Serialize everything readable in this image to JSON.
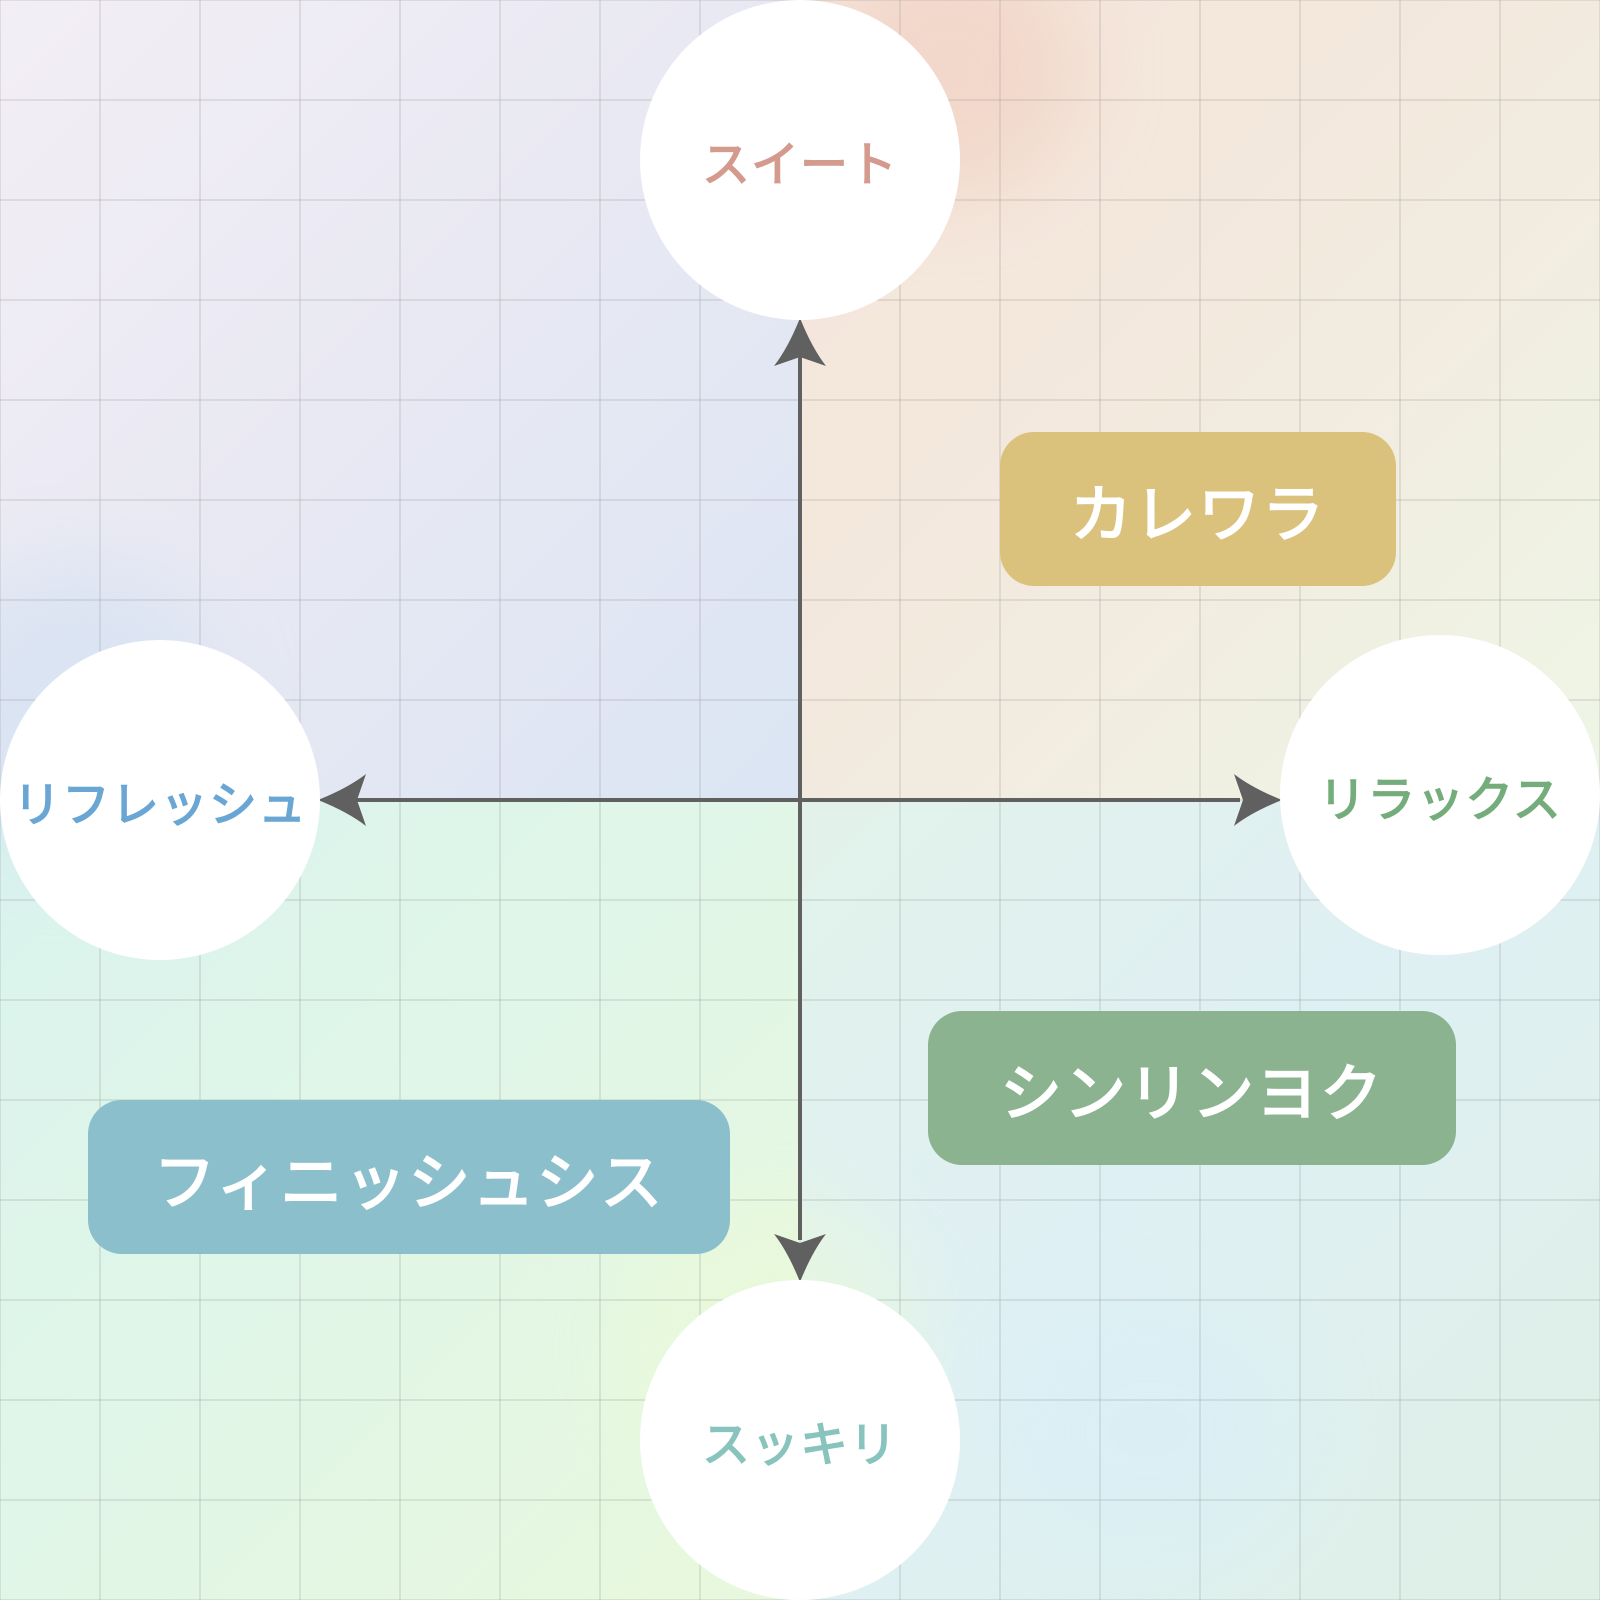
{
  "diagram": {
    "poles": {
      "top": "スイート",
      "bottom": "スッキリ",
      "left": "リフレッシュ",
      "right": "リラックス"
    },
    "items": [
      {
        "label": "カレワラ",
        "quadrant": "top-right",
        "color": "#dac17c"
      },
      {
        "label": "シンリンヨク",
        "quadrant": "bottom-right",
        "color": "#8bb38f"
      },
      {
        "label": "フィニッシュシス",
        "quadrant": "bottom-left",
        "color": "#8bbfcc"
      }
    ],
    "colors": {
      "axis": "#606060",
      "top_label": "#d49a8e",
      "bottom_label": "#88c4bd",
      "left_label": "#6aa6d3",
      "right_label": "#74ad7b"
    }
  }
}
